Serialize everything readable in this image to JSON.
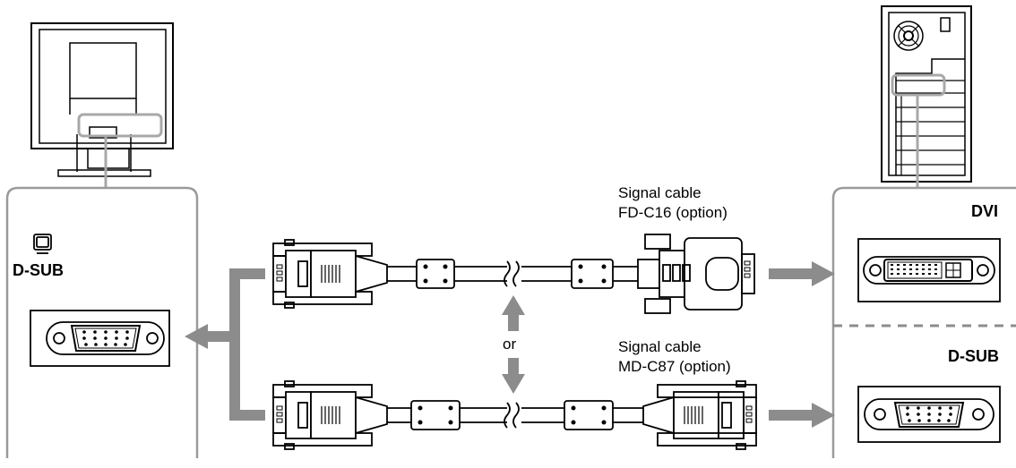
{
  "labels": {
    "monitor_port": "D-SUB",
    "pc_dvi": "DVI",
    "pc_dsub": "D-SUB",
    "or": "or"
  },
  "cables": [
    {
      "name": "Signal cable",
      "model": "FD-C16 (option)"
    },
    {
      "name": "Signal cable",
      "model": "MD-C87 (option)"
    }
  ],
  "colors": {
    "line": "#000000",
    "arrow": "#8c8c8c",
    "panel_border": "#9a9a9a",
    "highlight": "#a8a8a8"
  }
}
